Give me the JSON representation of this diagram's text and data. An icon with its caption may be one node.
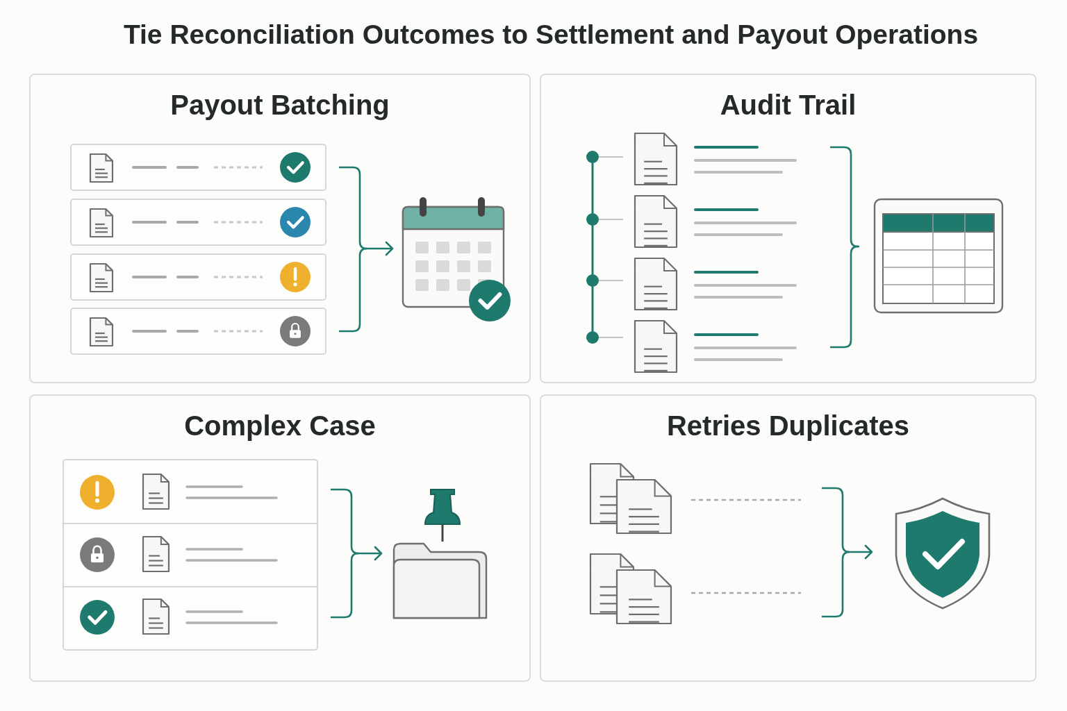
{
  "diagram": {
    "title": "Tie Reconciliation Outcomes to Settlement and Payout Operations",
    "nodes": [
      {
        "text": [
          "Payout Batching"
        ]
      },
      {
        "text": [
          "Audit Trail"
        ]
      },
      {
        "text": [
          "Complex Case"
        ]
      },
      {
        "text": [
          "Retries Duplicates"
        ]
      }
    ]
  }
}
